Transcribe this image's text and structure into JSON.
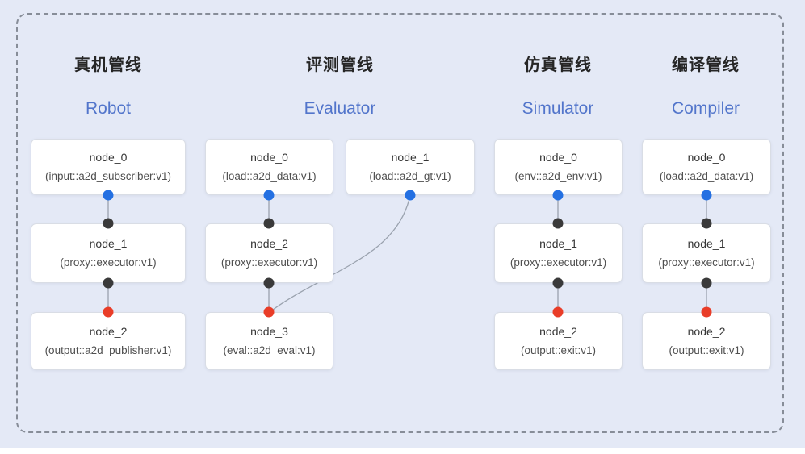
{
  "diagram": {
    "pipelines": [
      {
        "title_zh": "真机管线",
        "title_en": "Robot",
        "nodes": [
          {
            "name": "node_0",
            "type": "(input::a2d_subscriber:v1)"
          },
          {
            "name": "node_1",
            "type": "(proxy::executor:v1)"
          },
          {
            "name": "node_2",
            "type": "(output::a2d_publisher:v1)"
          }
        ]
      },
      {
        "title_zh": "评测管线",
        "title_en": "Evaluator",
        "nodes": [
          {
            "name": "node_0",
            "type": "(load::a2d_data:v1)"
          },
          {
            "name": "node_1",
            "type": "(load::a2d_gt:v1)"
          },
          {
            "name": "node_2",
            "type": "(proxy::executor:v1)"
          },
          {
            "name": "node_3",
            "type": "(eval::a2d_eval:v1)"
          }
        ]
      },
      {
        "title_zh": "仿真管线",
        "title_en": "Simulator",
        "nodes": [
          {
            "name": "node_0",
            "type": "(env::a2d_env:v1)"
          },
          {
            "name": "node_1",
            "type": "(proxy::executor:v1)"
          },
          {
            "name": "node_2",
            "type": "(output::exit:v1)"
          }
        ]
      },
      {
        "title_zh": "编译管线",
        "title_en": "Compiler",
        "nodes": [
          {
            "name": "node_0",
            "type": "(load::a2d_data:v1)"
          },
          {
            "name": "node_1",
            "type": "(proxy::executor:v1)"
          },
          {
            "name": "node_2",
            "type": "(output::exit:v1)"
          }
        ]
      }
    ],
    "edges": [
      {
        "pipeline": "Robot",
        "from": "node_0",
        "to": "node_1"
      },
      {
        "pipeline": "Robot",
        "from": "node_1",
        "to": "node_2"
      },
      {
        "pipeline": "Evaluator",
        "from": "node_0",
        "to": "node_2"
      },
      {
        "pipeline": "Evaluator",
        "from": "node_2",
        "to": "node_3"
      },
      {
        "pipeline": "Evaluator",
        "from": "node_1",
        "to": "node_3"
      },
      {
        "pipeline": "Simulator",
        "from": "node_0",
        "to": "node_1"
      },
      {
        "pipeline": "Simulator",
        "from": "node_1",
        "to": "node_2"
      },
      {
        "pipeline": "Compiler",
        "from": "node_0",
        "to": "node_1"
      },
      {
        "pipeline": "Compiler",
        "from": "node_1",
        "to": "node_2"
      }
    ],
    "colors": {
      "background": "#e4e9f6",
      "accent_blue": "#5275cb",
      "port_blue": "#2470e2",
      "port_dark": "#3a3a3a",
      "port_red": "#e93d28",
      "edge_gray": "#9aa2ae",
      "frame_dash": "#878d98"
    }
  }
}
